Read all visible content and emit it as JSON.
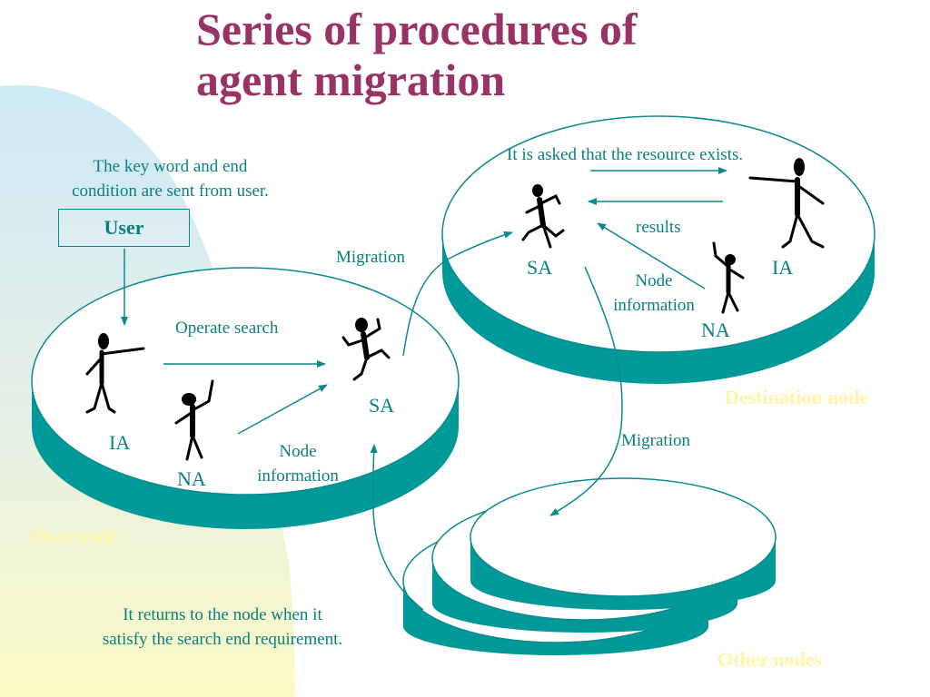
{
  "title": {
    "line1": "Series of procedures of",
    "line2": "agent migration"
  },
  "colors": {
    "title": "#993366",
    "teal": "#009999",
    "text": "#0a7f80",
    "ghost_text": "#fff4a8",
    "background_top": "#cfe9f7",
    "background_bottom": "#fbf9c4"
  },
  "user": {
    "caption_line1": "The key word and end",
    "caption_line2": "condition are sent from user.",
    "box_label": "User"
  },
  "own_node": {
    "name": "Own node",
    "ia_label": "IA",
    "na_label": "NA",
    "sa_label": "SA",
    "operate_search": "Operate search",
    "node_info_line1": "Node",
    "node_info_line2": "information"
  },
  "destination_node": {
    "name": "Destination node",
    "request": "It is asked that the resource exists.",
    "results": "results",
    "sa_label": "SA",
    "ia_label": "IA",
    "na_label": "NA",
    "node_info_line1": "Node",
    "node_info_line2": "information"
  },
  "migration_to_destination": "Migration",
  "migration_to_others": "Migration",
  "other_nodes": {
    "name": "Other nodes"
  },
  "return_caption": {
    "line1": "It returns to the node when it",
    "line2": "satisfy the search end requirement."
  }
}
